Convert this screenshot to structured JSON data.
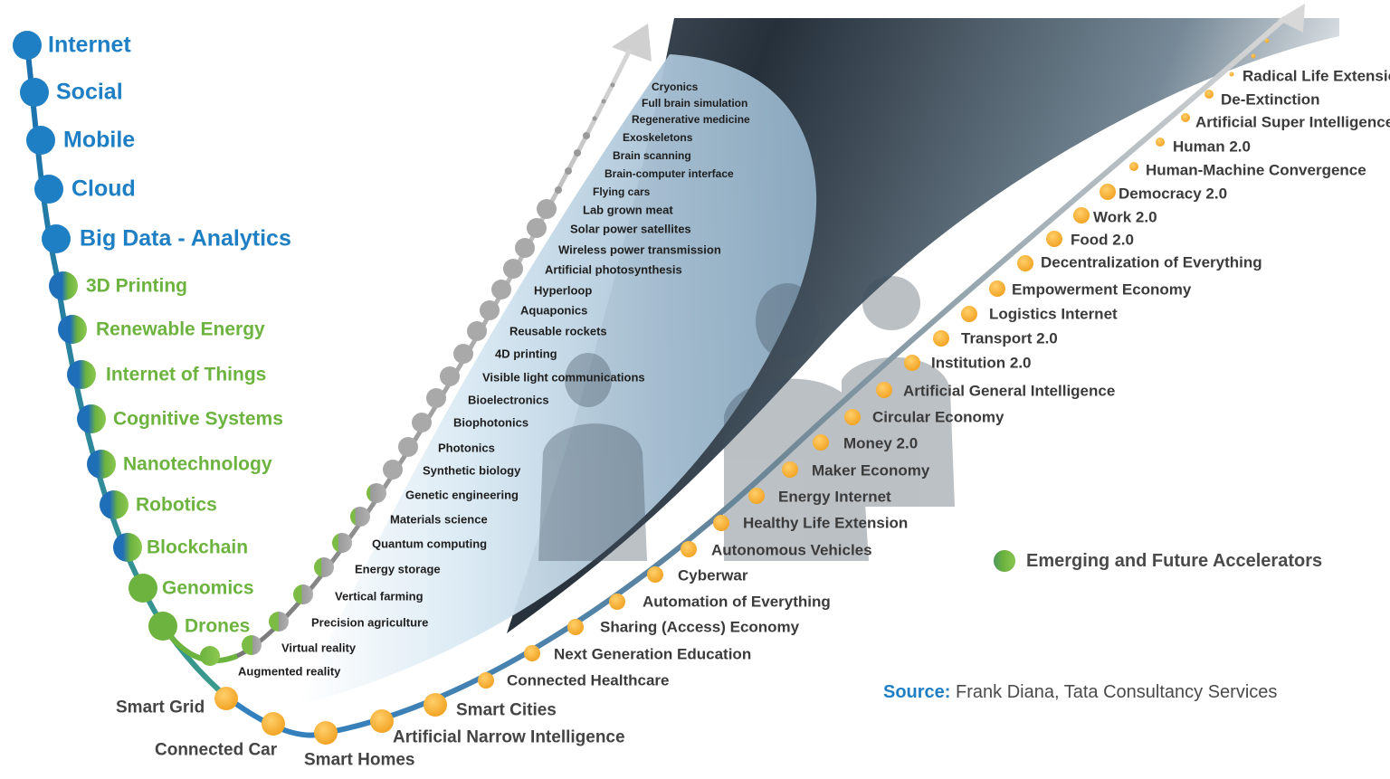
{
  "colors": {
    "blue": "#1f7fc4",
    "green": "#6db33f",
    "orange": "#f4a62a",
    "gray_line": "#8e8e8e",
    "dark_text": "#1e1e1e"
  },
  "technologies": [
    {
      "label": "Internet",
      "style": "blue"
    },
    {
      "label": "Social",
      "style": "blue"
    },
    {
      "label": "Mobile",
      "style": "blue"
    },
    {
      "label": "Cloud",
      "style": "blue"
    },
    {
      "label": "Big Data - Analytics",
      "style": "blue"
    },
    {
      "label": "3D Printing",
      "style": "green"
    },
    {
      "label": "Renewable Energy",
      "style": "green"
    },
    {
      "label": "Internet of Things",
      "style": "green"
    },
    {
      "label": "Cognitive Systems",
      "style": "green"
    },
    {
      "label": "Nanotechnology",
      "style": "green"
    },
    {
      "label": "Robotics",
      "style": "green"
    },
    {
      "label": "Blockchain",
      "style": "green"
    },
    {
      "label": "Genomics",
      "style": "green"
    },
    {
      "label": "Drones",
      "style": "green"
    }
  ],
  "inner_curve": [
    "Augmented reality",
    "Virtual reality",
    "Precision agriculture",
    "Vertical farming",
    "Energy storage",
    "Quantum computing",
    "Materials science",
    "Genetic engineering",
    "Synthetic biology",
    "Photonics",
    "Biophotonics",
    "Bioelectronics",
    "Visible light communications",
    "4D printing",
    "Reusable rockets",
    "Aquaponics",
    "Hyperloop",
    "Artificial photosynthesis",
    "Wireless power transmission",
    "Solar power satellites",
    "Lab grown meat",
    "Flying  cars",
    "Brain-computer interface",
    "Brain scanning",
    "Exoskeletons",
    "Regenerative medicine",
    "Full brain simulation",
    "Cryonics"
  ],
  "bottom_curve": [
    "Smart Grid",
    "Connected Car",
    "Smart Homes",
    "Artificial Narrow Intelligence",
    "Smart Cities"
  ],
  "outer_curve": [
    "Connected  Healthcare",
    "Next Generation  Education",
    "Sharing (Access) Economy",
    "Automation of Everything",
    "Cyberwar",
    "Autonomous Vehicles",
    "Healthy Life Extension",
    "Energy Internet",
    "Maker Economy",
    "Money 2.0",
    "Circular Economy",
    "Artificial General Intelligence",
    "Institution 2.0",
    "Transport 2.0",
    "Logistics Internet",
    "Empowerment Economy",
    "Decentralization of Everything",
    "Food 2.0",
    "Work 2.0",
    "Democracy 2.0",
    "Human-Machine Convergence",
    "Human 2.0",
    "Artificial Super Intelligence",
    "De-Extinction",
    "Radical Life Extension"
  ],
  "legend": {
    "label": "Emerging and Future Accelerators",
    "icon": "green-gradient-dot"
  },
  "source": {
    "key": "Source:",
    "text": "Frank Diana, Tata Consultancy Services"
  }
}
